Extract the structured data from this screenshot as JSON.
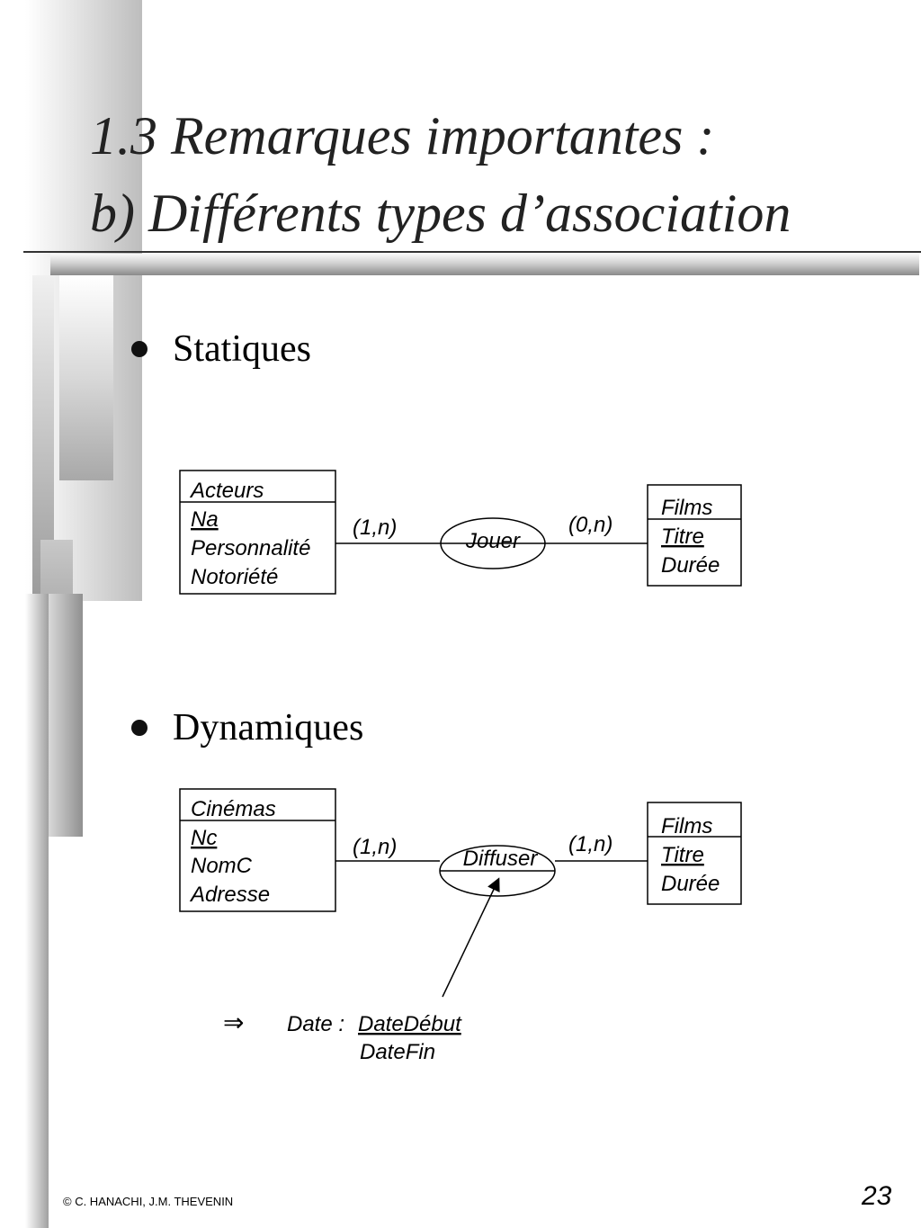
{
  "slide": {
    "title_line1": "1.3 Remarques importantes :",
    "title_line2": "b) Différents types d’association",
    "page_number": "23",
    "footer": "© C. HANACHI, J.M. THEVENIN"
  },
  "sections": [
    {
      "bullet": "Statiques",
      "entity_left": {
        "name": "Acteurs",
        "key": "Na",
        "attributes": [
          "Personnalité",
          "Notoriété"
        ]
      },
      "association": {
        "name": "Jouer"
      },
      "card_left": "(1,n)",
      "card_right": "(0,n)",
      "entity_right": {
        "name": "Films",
        "key": "Titre",
        "attributes": [
          "Durée"
        ]
      }
    },
    {
      "bullet": "Dynamiques",
      "entity_left": {
        "name": "Cinémas",
        "key": "Nc",
        "attributes": [
          "NomC",
          "Adresse"
        ]
      },
      "association": {
        "name": "Diffuser"
      },
      "card_left": "(1,n)",
      "card_right": "(1,n)",
      "entity_right": {
        "name": "Films",
        "key": "Titre",
        "attributes": [
          "Durée"
        ]
      },
      "note": {
        "arrow": "⇒",
        "label": "Date :",
        "key": "DateDébut",
        "second": "DateFin"
      }
    }
  ]
}
